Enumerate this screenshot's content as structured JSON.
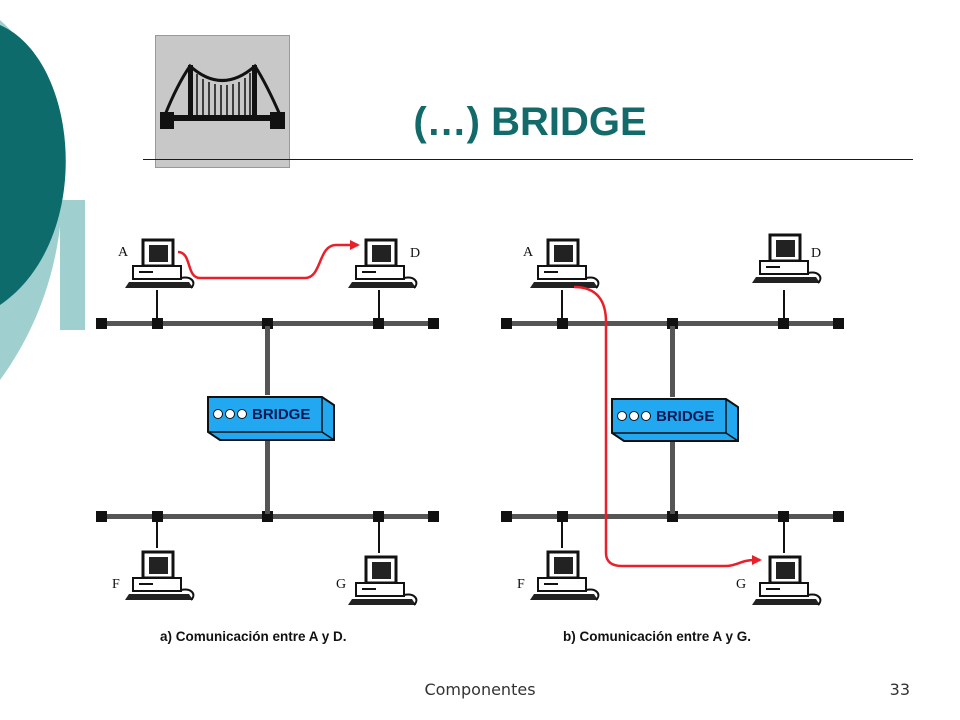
{
  "slide": {
    "title": "(…) BRIDGE",
    "footer": "Componentes",
    "page_number": "33",
    "colors": {
      "title": "#126a6a",
      "teal_dark": "#0d6b6b",
      "teal_light": "#9fd0cf",
      "bridge_box": "#21a8f0",
      "path": "#e8202a"
    }
  },
  "logo": {
    "icon": "suspension-bridge-icon"
  },
  "diagram": {
    "panel_a": {
      "bridge_label": "BRIDGE",
      "caption": "a) Comunicación entre A y D.",
      "hosts": {
        "a": "A",
        "d": "D",
        "f": "F",
        "g": "G"
      }
    },
    "panel_b": {
      "bridge_label": "BRIDGE",
      "caption": "b) Comunicación entre A y G.",
      "hosts": {
        "a": "A",
        "d": "D",
        "f": "F",
        "g": "G"
      }
    }
  }
}
